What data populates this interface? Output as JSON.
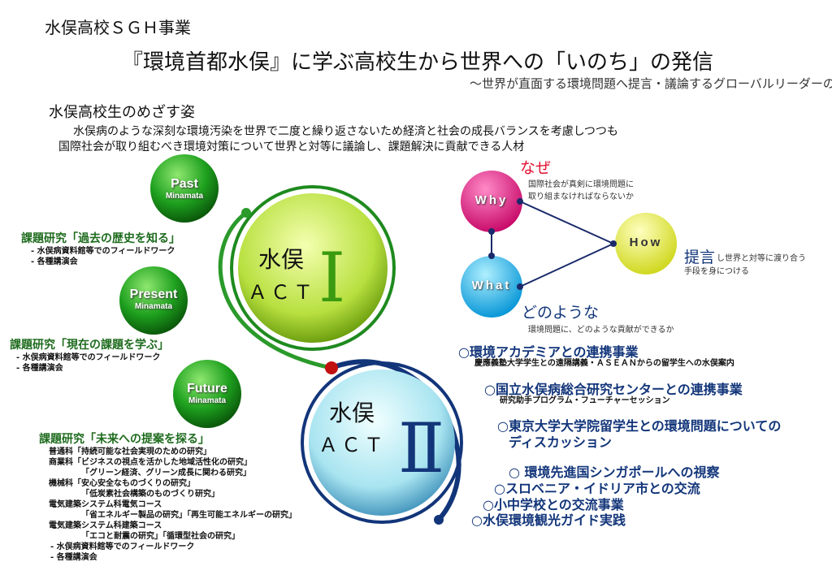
{
  "header": {
    "org": "水俣高校ＳＧＨ事業",
    "title": "『環境首都水俣』に学ぶ高校生から世界への「いのち」の発信",
    "subtitle": "～世界が直面する環境問題へ提言・議論するグローバルリーダーの育成～"
  },
  "goal": {
    "heading": "水俣高校生のめざす姿",
    "line1": "水俣病のような深刻な環境汚染を世界で二度と繰り返さないため経済と社会の成長バランスを考慮しつつも",
    "line2": "国際社会が取り組むべき環境対策について世界と対等に議論し、課題解決に貢献できる人材"
  },
  "circles": {
    "past": [
      "Past",
      "Minamata"
    ],
    "present": [
      "Present",
      "Minamata"
    ],
    "future": [
      "Future",
      "Minamata"
    ]
  },
  "act1": {
    "name": "水俣",
    "label": "ＡＣＴ",
    "num": "Ⅰ"
  },
  "act2": {
    "name": "水俣",
    "label": "ＡＣＴ",
    "num": "Ⅱ"
  },
  "research": {
    "past": {
      "title": "課題研究「過去の歴史を知る」",
      "items": [
        "- 水俣病資料館等でのフィールドワーク",
        "- 各種講演会"
      ]
    },
    "present": {
      "title": "課題研究「現在の課題を学ぶ」",
      "items": [
        "- 水俣病資料館等でのフィールドワーク",
        "- 各種講演会"
      ]
    },
    "future": {
      "title": "課題研究「未来への提案を探る」",
      "items": [
        "普通科「持続可能な社会実現のための研究」",
        "商業科「ビジネスの視点を活かした地域活性化の研究」",
        "「グリーン経済、グリーン成長に関わる研究」",
        "機械科「安心安全なものづくりの研究」",
        "「低炭素社会構築のものづくり研究」",
        "電気建築システム科電気コース",
        "「省エネルギー製品の研究」「再生可能エネルギーの研究」",
        "電気建築システム科建築コース",
        "「エコと耐震の研究」「循環型社会の研究」",
        "- 水俣病資料館等でのフィールドワーク",
        "- 各種講演会"
      ]
    }
  },
  "whw": {
    "why": "Why",
    "what": "What",
    "how": "How",
    "naze": "なぜ",
    "naze_desc1": "国際社会が真剣に環境問題に",
    "naze_desc2": "取り組まなければならないか",
    "teigen": "提言",
    "teigen_desc1": "し世界と対等に渡り合う",
    "teigen_desc2": "手段を身につける",
    "donoyouna": "どのような",
    "donoyouna_desc": "環境問題に、どのような貢献ができるか"
  },
  "act2_items": [
    {
      "title": "○環境アカデミアとの連携事業",
      "sub": "慶應義塾大学学生との遠隔講義・ＡＳＥＡＮからの留学生への水俣案内"
    },
    {
      "title": "○国立水俣病総合研究センターとの連携事業",
      "sub": "研究助手プログラム・フューチャーセッション"
    },
    {
      "title": "○東京大学大学院留学生との環境問題についての",
      "title2": "ディスカッション"
    },
    {
      "title": "○ 環境先進国シンガポールへの視察"
    },
    {
      "title": "○スロベニア・イドリア市との交流"
    },
    {
      "title": "○小中学校との交流事業"
    },
    {
      "title": "○水俣環境観光ガイド実践"
    }
  ],
  "colors": {
    "green": "#1e6b1e",
    "navy": "#12357a",
    "why": "#e0157a",
    "what": "#22b4e8",
    "how": "#e8ee30"
  }
}
